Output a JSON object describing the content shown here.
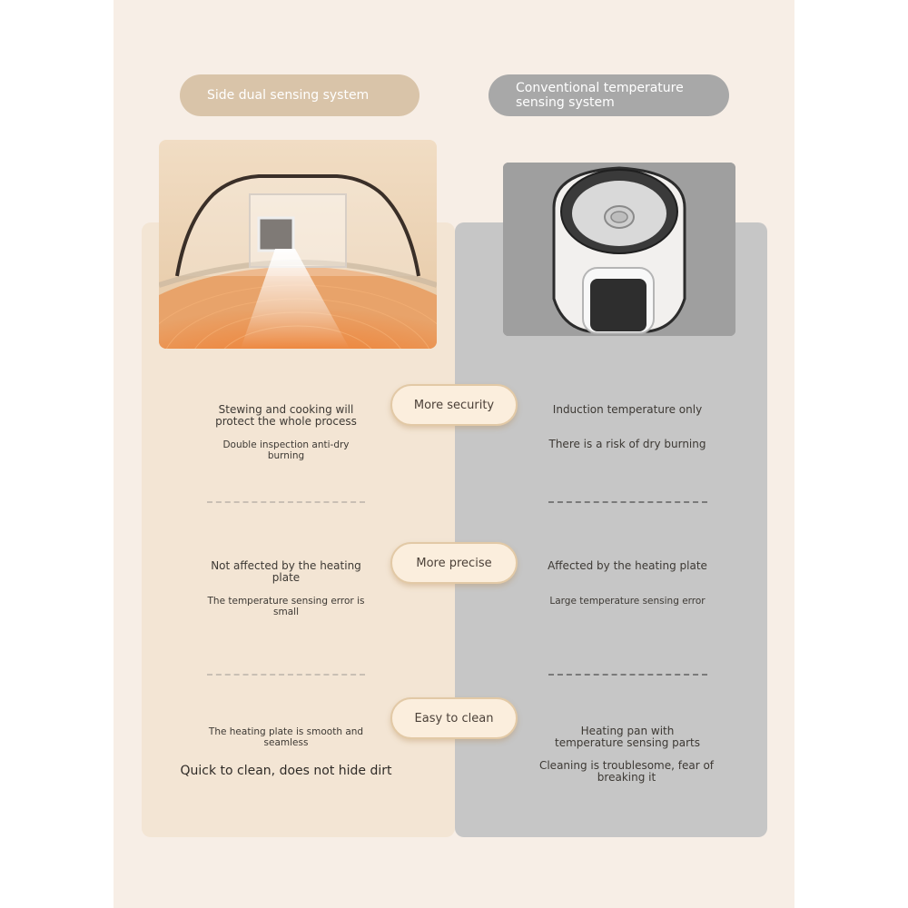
{
  "headers": {
    "left": "Side dual sensing system",
    "right": "Conventional temperature sensing system"
  },
  "badges": [
    "More security",
    "More precise",
    "Easy to clean"
  ],
  "rows": [
    {
      "left_primary": "Stewing and cooking will protect the whole process",
      "left_secondary": "Double inspection anti-dry burning",
      "right_primary": "Induction temperature only",
      "right_secondary": "There is a risk of dry burning"
    },
    {
      "left_primary": "Not affected by the heating plate",
      "left_secondary": "The temperature sensing error is small",
      "right_primary": "Affected by the heating plate",
      "right_secondary": "Large temperature sensing error"
    },
    {
      "left_primary": "The heating plate is smooth and seamless",
      "left_secondary": "Quick to clean, does not hide dirt",
      "right_primary": "Heating pan with temperature sensing parts",
      "right_secondary": "Cleaning is troublesome, fear of breaking it"
    }
  ],
  "colors": {
    "left_panel": "#f3e5d4",
    "right_panel": "#c6c6c6",
    "accent": "#e2c9a6"
  }
}
